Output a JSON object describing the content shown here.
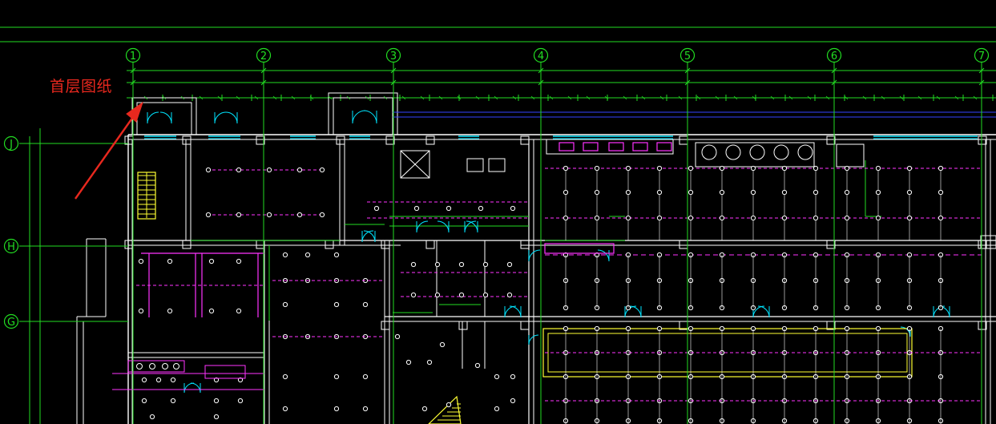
{
  "annotation": {
    "text": "首层图纸",
    "color": "#e8281e"
  },
  "grid": {
    "columns": [
      "1",
      "2",
      "3",
      "4",
      "5",
      "6",
      "7"
    ],
    "rows": [
      "J",
      "H",
      "G"
    ]
  },
  "colors": {
    "background": "#000000",
    "walls": "#ffffff",
    "dimensions": "#22dd22",
    "grid_lines": "#22dd22",
    "doors": "#00e5ff",
    "electrical": "#ff33ff",
    "stair": "#ffff33",
    "level_line": "#3344ff"
  }
}
